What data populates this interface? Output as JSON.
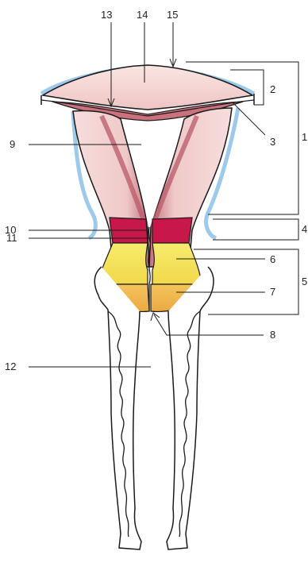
{
  "labels": {
    "n1": "1",
    "n2": "2",
    "n3": "3",
    "n4": "4",
    "n5": "5",
    "n6": "6",
    "n7": "7",
    "n8": "8",
    "n9": "9",
    "n10": "10",
    "n11": "11",
    "n12": "12",
    "n13": "13",
    "n14": "14",
    "n15": "15"
  },
  "colors": {
    "outline": "#1a1a1a",
    "body_fill": "#f4d6d2",
    "wall_dark": "#b85a6a",
    "wall_mid": "#d98f9a",
    "serosa_blue": "#7fb6e0",
    "isthmus_red": "#c8184a",
    "cervix_yellow": "#f3e14a",
    "cervix_orange": "#f0b24a",
    "vagina_fill": "#ffffff"
  }
}
